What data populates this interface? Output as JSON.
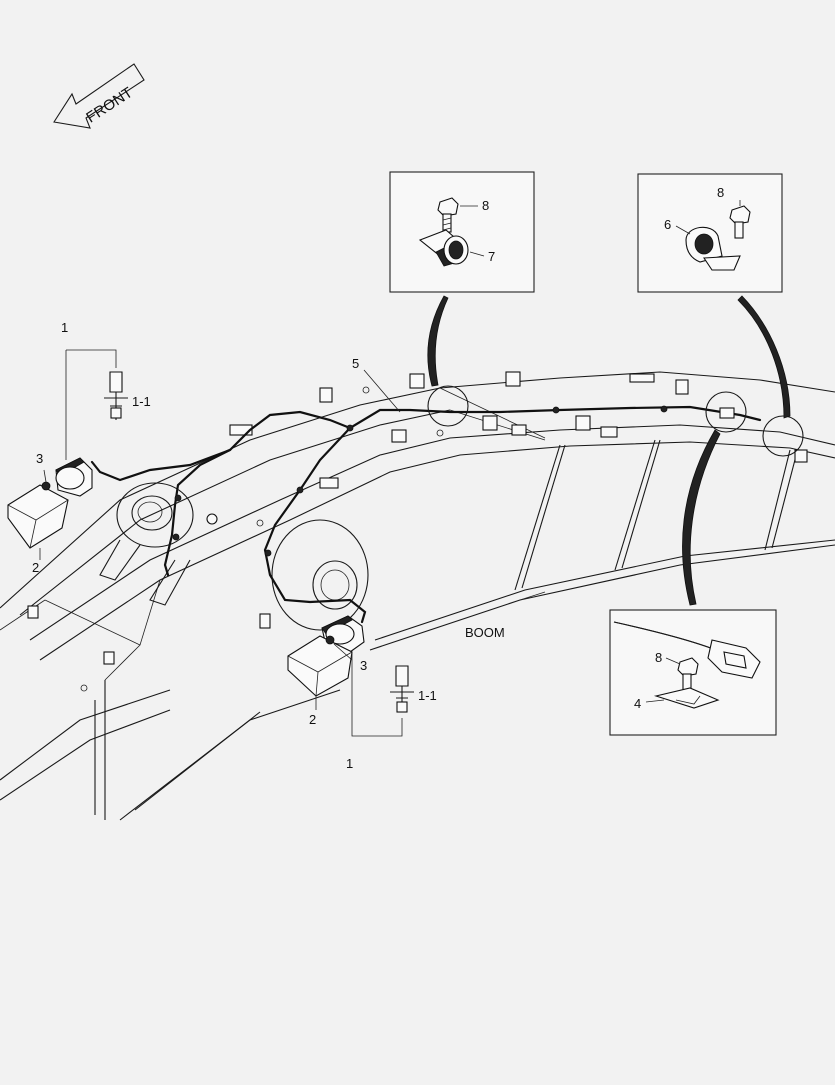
{
  "direction_arrow": {
    "label": "FRONT"
  },
  "component_label": "BOOM",
  "callouts": {
    "lamp_upper": "1",
    "bulb_upper": "1-1",
    "nut_upper": "3",
    "guard_upper": "2",
    "harness": "5",
    "lamp_lower": "1",
    "bulb_lower": "1-1",
    "nut_lower": "3",
    "guard_lower": "2"
  },
  "detail_a": {
    "bolt": "8",
    "clamp": "7"
  },
  "detail_b": {
    "bolt": "8",
    "clamp": "6"
  },
  "detail_c": {
    "bolt": "8",
    "clip": "4"
  }
}
